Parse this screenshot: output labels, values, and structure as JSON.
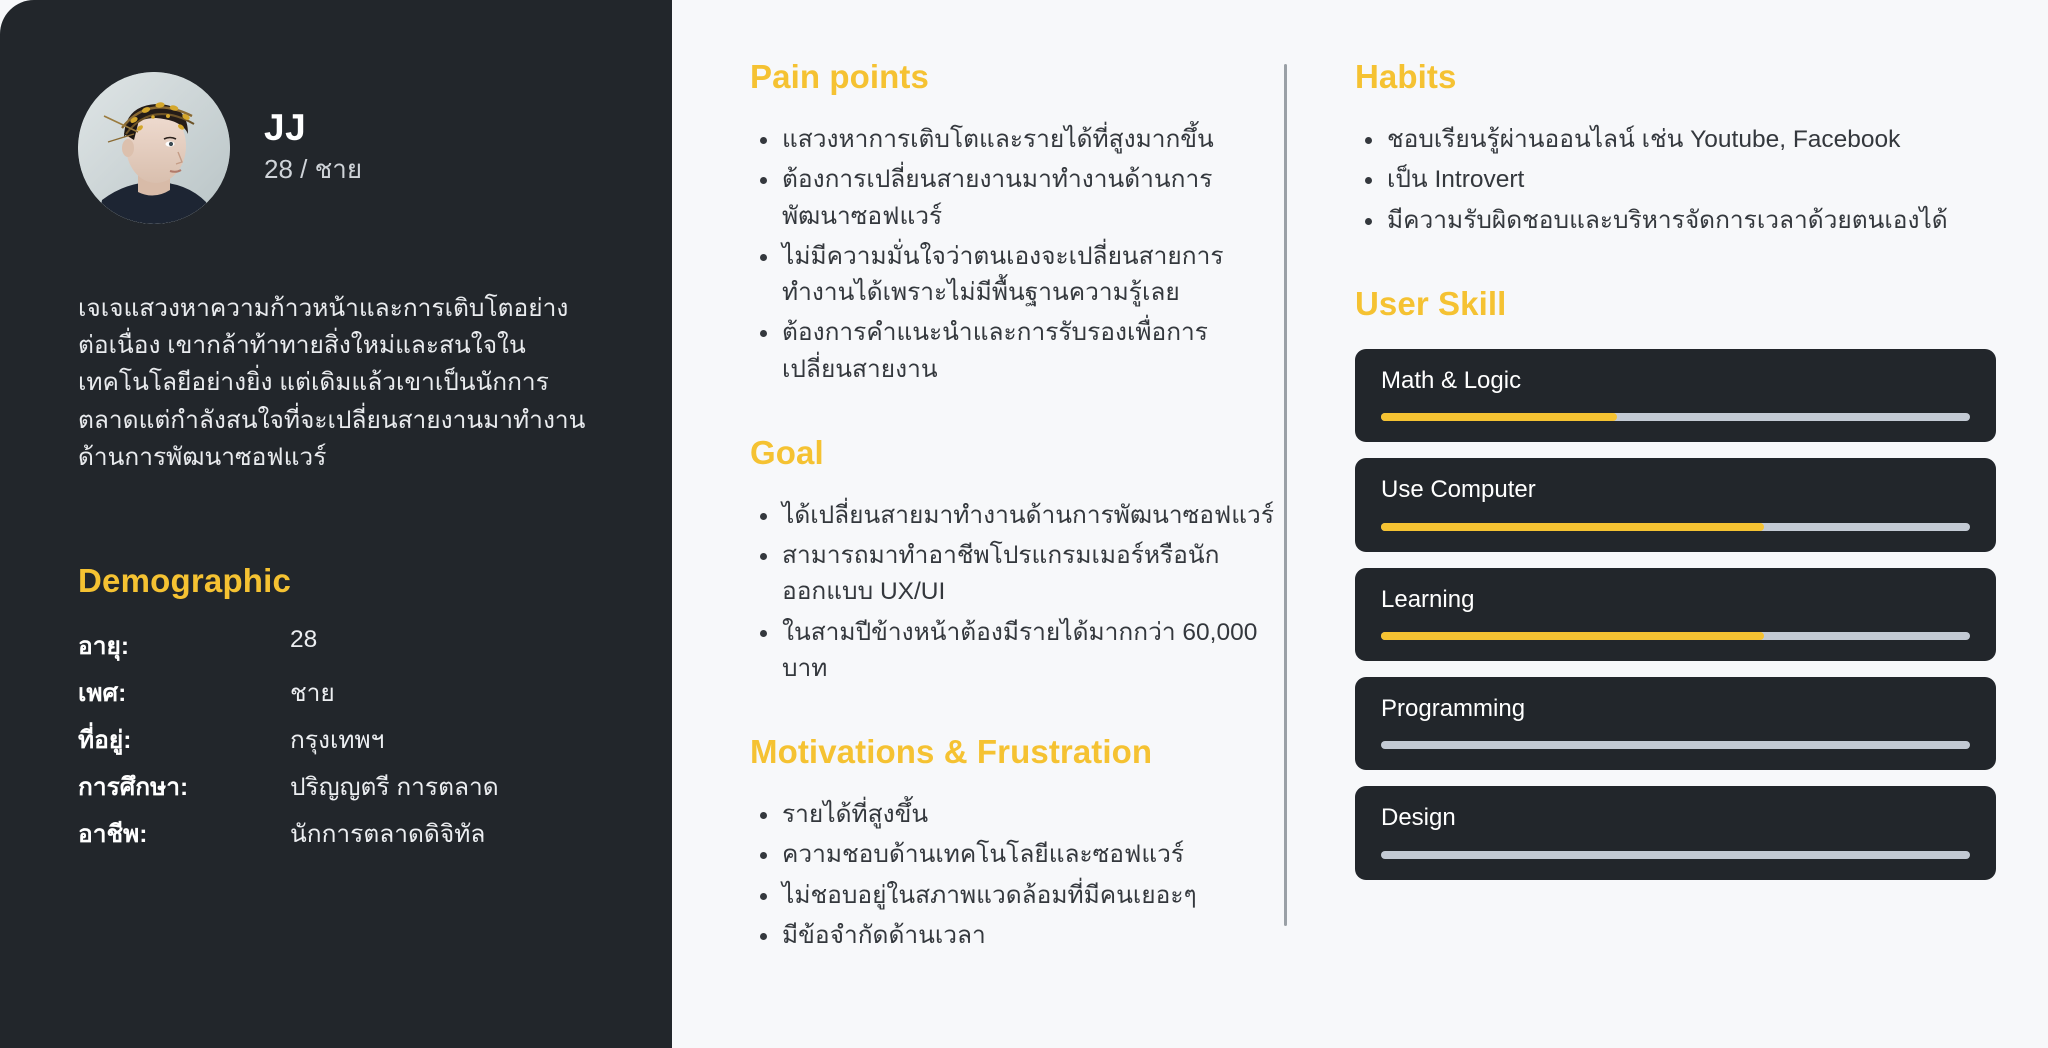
{
  "profile": {
    "name": "JJ",
    "meta": "28 / ชาย",
    "avatar_alt": "persona-portrait",
    "bio": "เจเจแสวงหาความก้าวหน้าและการเติบโตอย่างต่อเนื่อง เขากล้าท้าทายสิ่งใหม่และสนใจในเทคโนโลยีอย่างยิ่ง แต่เดิมแล้วเขาเป็นนักการตลาดแต่กำลังสนใจที่จะเปลี่ยนสายงานมาทำงานด้านการพัฒนาซอฟแวร์",
    "demographic_heading": "Demographic",
    "demographic": [
      {
        "label": "อายุ:",
        "value": "28"
      },
      {
        "label": "เพศ:",
        "value": "ชาย"
      },
      {
        "label": "ที่อยู่:",
        "value": "กรุงเทพฯ"
      },
      {
        "label": "การศึกษา:",
        "value": "ปริญญตรี การตลาด"
      },
      {
        "label": "อาชีพ:",
        "value": "นักการตลาดดิจิทัล"
      }
    ]
  },
  "pain_points": {
    "heading": "Pain points",
    "items": [
      "แสวงหาการเติบโตและรายได้ที่สูงมากขึ้น",
      "ต้องการเปลี่ยนสายงานมาทำงานด้านการพัฒนาซอฟแวร์",
      "ไม่มีความมั่นใจว่าตนเองจะเปลี่ยนสายการทำงานได้เพราะไม่มีพื้นฐานความรู้เลย",
      "ต้องการคำแนะนำและการรับรองเพื่อการเปลี่ยนสายงาน"
    ]
  },
  "goal": {
    "heading": "Goal",
    "items": [
      "ได้เปลี่ยนสายมาทำงานด้านการพัฒนาซอฟแวร์",
      "สามารถมาทำอาชีพโปรแกรมเมอร์หรือนักออกแบบ UX/UI",
      "ในสามปีข้างหน้าต้องมีรายได้มากกว่า 60,000 บาท"
    ]
  },
  "motivations": {
    "heading": "Motivations & Frustration",
    "items": [
      "รายได้ที่สูงขึ้น",
      "ความชอบด้านเทคโนโลยีและซอฟแวร์",
      "ไม่ชอบอยู่ในสภาพแวดล้อมที่มีคนเยอะๆ",
      "มีข้อจำกัดด้านเวลา"
    ]
  },
  "habits": {
    "heading": "Habits",
    "items": [
      "ชอบเรียนรู้ผ่านออนไลน์ เช่น Youtube, Facebook",
      "เป็น Introvert",
      "มีความรับผิดชอบและบริหารจัดการเวลาด้วยตนเองได้"
    ]
  },
  "user_skill": {
    "heading": "User Skill",
    "skills": [
      {
        "label": "Math & Logic",
        "percent": 40
      },
      {
        "label": "Use Computer",
        "percent": 65
      },
      {
        "label": "Learning",
        "percent": 65
      },
      {
        "label": "Programming",
        "percent": 0
      },
      {
        "label": "Design",
        "percent": 0
      }
    ]
  },
  "colors": {
    "accent": "#f5c232",
    "panel_dark": "#22262b",
    "page_background": "#f7f8fa",
    "skill_track": "#c3cad4",
    "body_text": "#34383d"
  }
}
